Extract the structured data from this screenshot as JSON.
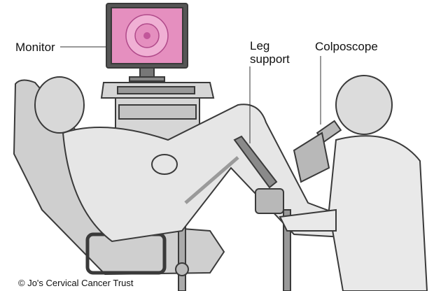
{
  "labels": {
    "monitor": "Monitor",
    "leg_support_line1": "Leg",
    "leg_support_line2": "support",
    "colposcope": "Colposcope"
  },
  "copyright": "© Jo's Cervical Cancer Trust",
  "colors": {
    "screen_pink": "#e58fbf",
    "skin_gray": "#e6e6e6",
    "equipment_gray": "#c9c9c9",
    "outline": "#3a3a3a"
  }
}
